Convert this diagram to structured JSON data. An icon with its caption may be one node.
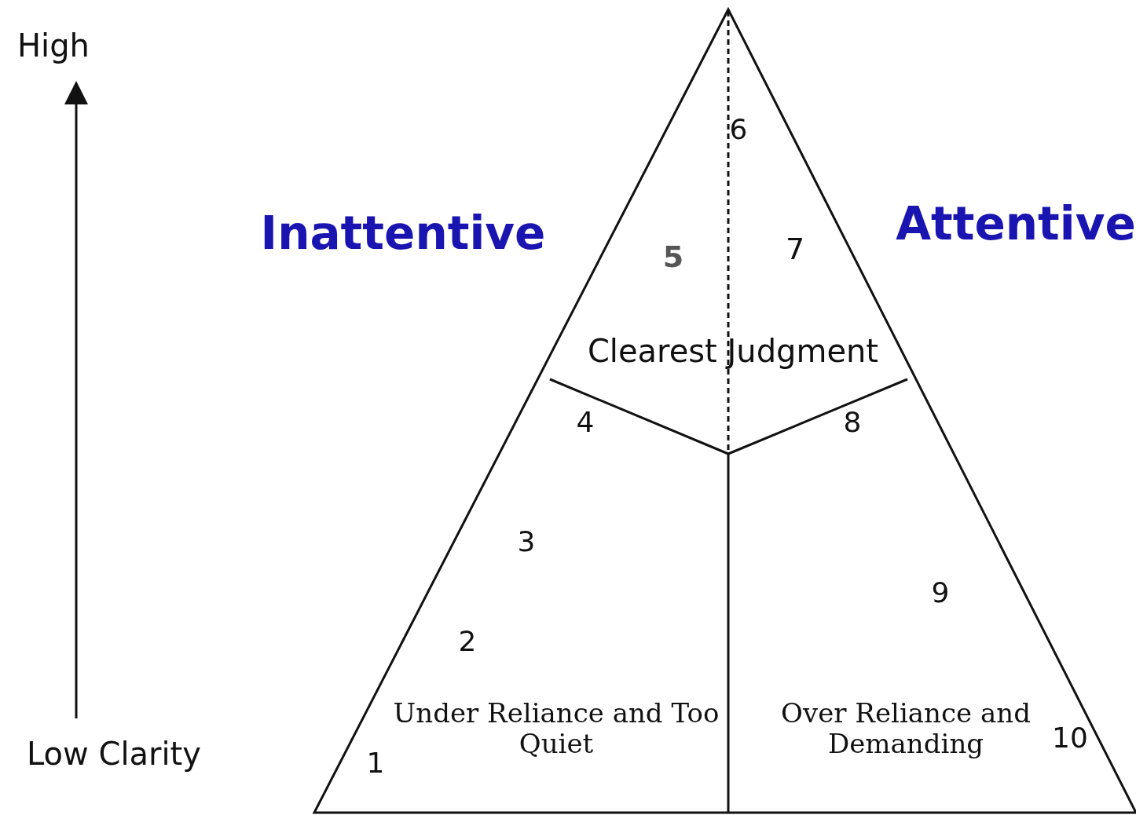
{
  "diagram": {
    "labels": [
      "High",
      "6",
      "Inattentive",
      "Attentive",
      "5",
      "7",
      "Clearest Judgment",
      "4",
      "8",
      "3",
      "9",
      "2",
      "Under Reliance and Too Quiet",
      "Over Reliance and Demanding",
      "10",
      "Low Clarity",
      "1"
    ]
  }
}
